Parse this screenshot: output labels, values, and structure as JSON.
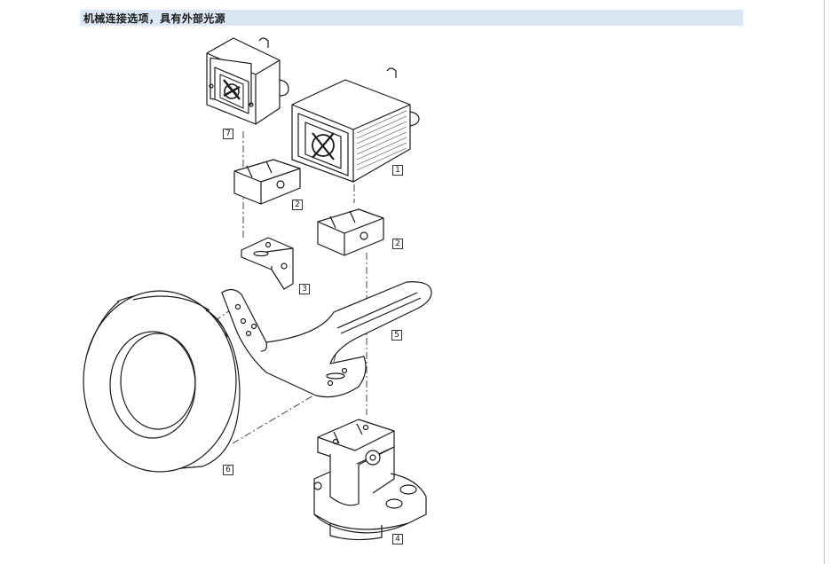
{
  "header": {
    "title": "机械连接选项，具有外部光源"
  },
  "callouts": [
    "7",
    "1",
    "2",
    "2",
    "3",
    "5",
    "6",
    "4"
  ],
  "icons": {
    "camera_small": "camera-no-housing",
    "camera_large": "camera-with-housing",
    "clamp": "dovetail-clamp",
    "angle_bracket": "angle-bracket",
    "mounting_arm": "slotted-mounting-arm",
    "ring_light": "ring-light",
    "swivel_mount": "swivel-mount"
  }
}
